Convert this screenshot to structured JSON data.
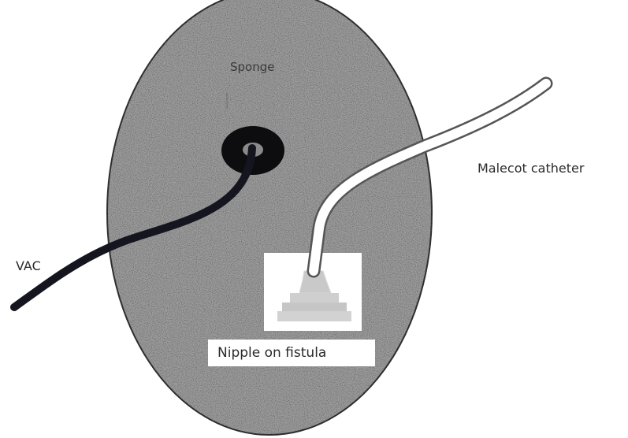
{
  "labels": {
    "sponge": "Sponge",
    "malecot": "Malecot catheter",
    "vac": "VAC",
    "nipple": "Nipple on fistula"
  },
  "colors": {
    "sponge_fill": "#9c9c9c",
    "sponge_outline": "#2e2e2e",
    "vac_tube": "#15151f",
    "catheter_outline": "#555555",
    "catheter_fill": "#ffffff",
    "nipple_device": "#cfcfcf"
  }
}
